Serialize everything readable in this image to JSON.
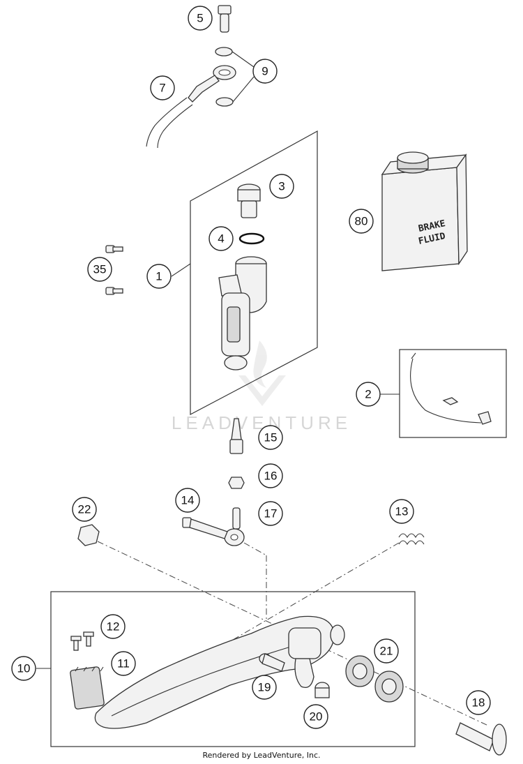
{
  "watermark": "LEADVENTURE",
  "footer": "Rendered by LeadVenture, Inc.",
  "can_label_line1": "BRAKE",
  "can_label_line2": "FLUID",
  "callouts": [
    {
      "id": "c5",
      "label": "5"
    },
    {
      "id": "c9",
      "label": "9"
    },
    {
      "id": "c7",
      "label": "7"
    },
    {
      "id": "c3",
      "label": "3"
    },
    {
      "id": "c80",
      "label": "80"
    },
    {
      "id": "c4",
      "label": "4"
    },
    {
      "id": "c35",
      "label": "35"
    },
    {
      "id": "c1",
      "label": "1"
    },
    {
      "id": "c2",
      "label": "2"
    },
    {
      "id": "c15",
      "label": "15"
    },
    {
      "id": "c16",
      "label": "16"
    },
    {
      "id": "c14",
      "label": "14"
    },
    {
      "id": "c17",
      "label": "17"
    },
    {
      "id": "c22",
      "label": "22"
    },
    {
      "id": "c13",
      "label": "13"
    },
    {
      "id": "c12",
      "label": "12"
    },
    {
      "id": "c11",
      "label": "11"
    },
    {
      "id": "c10",
      "label": "10"
    },
    {
      "id": "c21",
      "label": "21"
    },
    {
      "id": "c19",
      "label": "19"
    },
    {
      "id": "c18",
      "label": "18"
    },
    {
      "id": "c20",
      "label": "20"
    }
  ]
}
